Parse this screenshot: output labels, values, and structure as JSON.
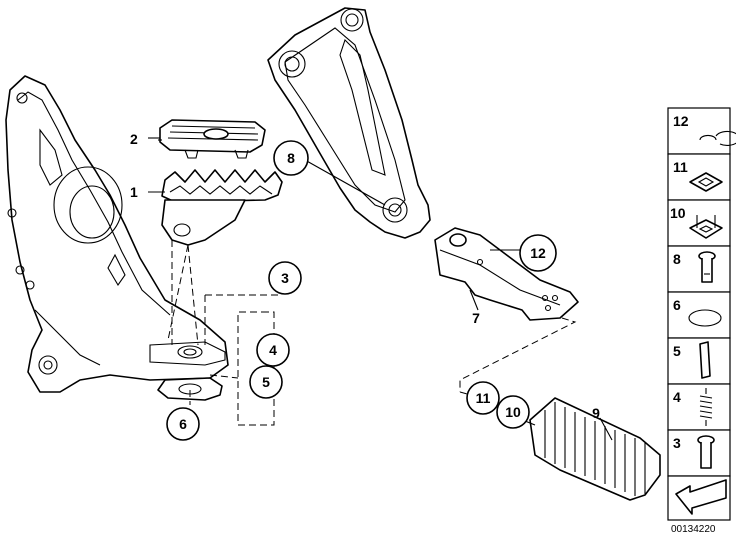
{
  "callouts": {
    "c1": "1",
    "c2": "2",
    "c3": "3",
    "c4": "4",
    "c5": "5",
    "c6": "6",
    "c7": "7",
    "c8": "8",
    "c9": "9",
    "c10": "10",
    "c11": "11",
    "c12": "12"
  },
  "legend": {
    "rows": [
      "12",
      "11",
      "10",
      "8",
      "6",
      "5",
      "4",
      "3"
    ]
  },
  "reference_code": "00134220"
}
